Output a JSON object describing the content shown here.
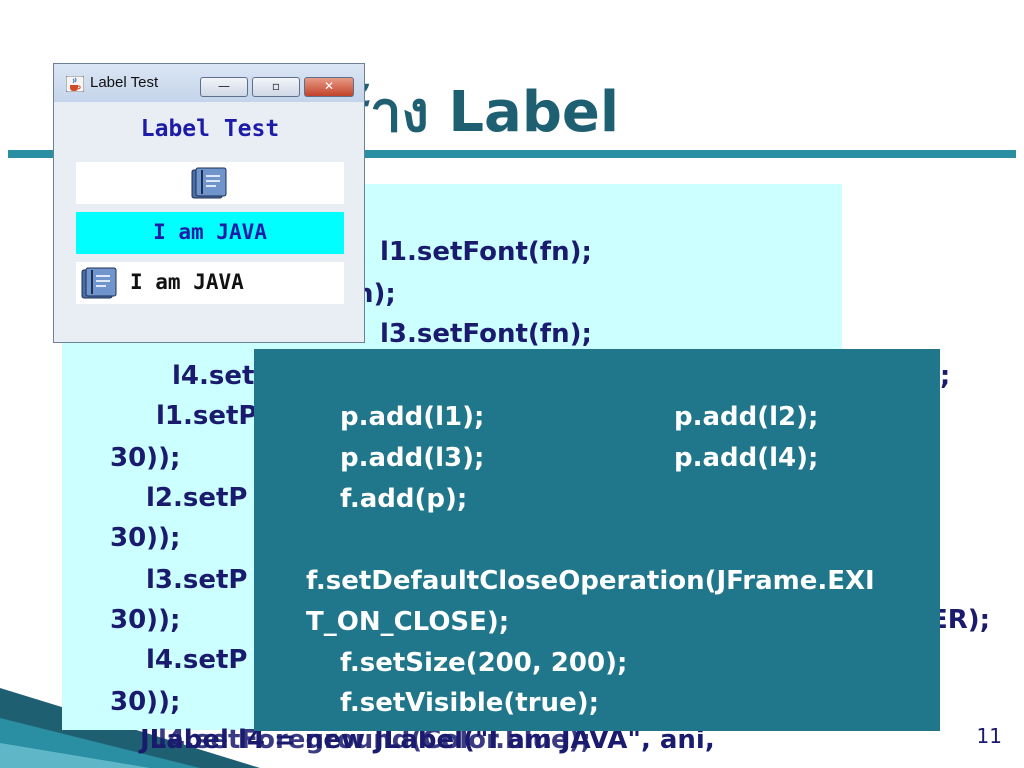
{
  "slide": {
    "title": "ร้าง Label",
    "page_number": "11",
    "bottom_text": "JLabel l4 = new JLabel(\"I am JAVA\", ani,",
    "bottom_text_overlap": "l4.setForeground(Color.blue);"
  },
  "code_back": [
    {
      "text": "l1.setFont(fn);"
    },
    {
      "text": "n);"
    },
    {
      "text": "l3.setFont(fn);"
    },
    {
      "text": "l4.set"
    },
    {
      "text": ");"
    },
    {
      "text": "l1.setP"
    },
    {
      "text": "30));"
    },
    {
      "text": "l2.setP"
    },
    {
      "text": "30));"
    },
    {
      "text": "l3.setP"
    },
    {
      "text": "30));"
    },
    {
      "text": "ER);"
    },
    {
      "text": "l4.setP"
    },
    {
      "text": "30));"
    }
  ],
  "code_overlay": {
    "line1a": "p.add(l1);",
    "line1b": "p.add(l2);",
    "line2a": "p.add(l3);",
    "line2b": "p.add(l4);",
    "line3": "f.add(p);",
    "line4": "f.setDefaultCloseOperation(JFrame.EXI",
    "line5": "T_ON_CLOSE);",
    "line6": "f.setSize(200, 200);",
    "line7": "f.setVisible(true);"
  },
  "window": {
    "title": "Label Test",
    "min_glyph": "—",
    "max_glyph": "▫",
    "close_glyph": "✕",
    "label_heading": "Label Test",
    "label_cyan": "I am JAVA",
    "label_icon_text": "I am JAVA",
    "heading_color": "#1c1ca8",
    "cyan_color": "#00ffff"
  },
  "colors": {
    "accent": "#2a8fa3",
    "code_bg": "#ccffff",
    "overlay_bg": "#20768a",
    "code_text": "#1a1a6e"
  }
}
